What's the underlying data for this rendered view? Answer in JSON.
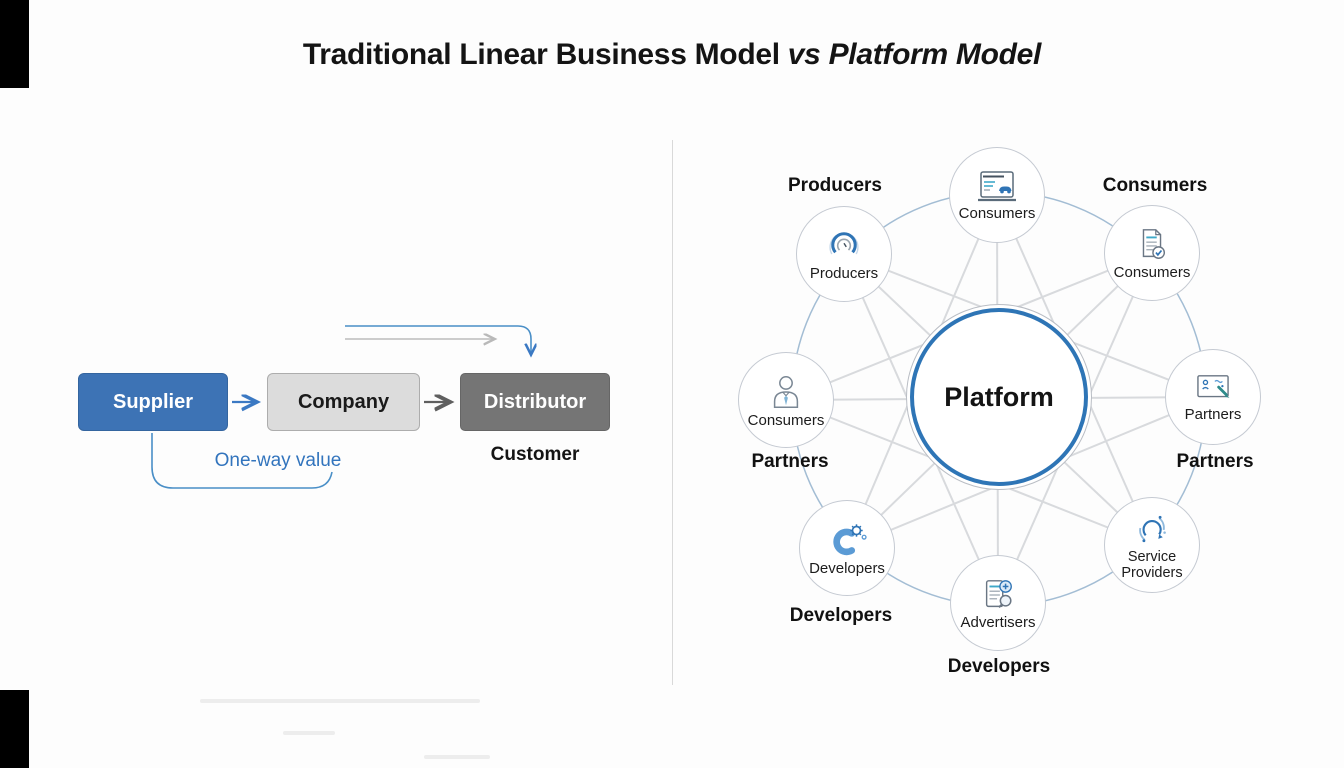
{
  "title": {
    "main": "Traditional Linear Business Model",
    "emphasis": "vs Platform Model"
  },
  "linear": {
    "supplier": "Supplier",
    "company": "Company",
    "distributor": "Distributor",
    "customer": "Customer",
    "one_way": "One-way value"
  },
  "platform": {
    "center": "Platform",
    "nodes": [
      {
        "id": "top",
        "icon": "laptop-car-icon",
        "label": "Consumers"
      },
      {
        "id": "top-right",
        "icon": "document-check-icon",
        "label": "Consumers"
      },
      {
        "id": "right",
        "icon": "whiteboard-icon",
        "label": "Partners"
      },
      {
        "id": "bottom-right",
        "icon": "service-cycle-icon",
        "label": "Service Providers"
      },
      {
        "id": "bottom",
        "icon": "document-search-icon",
        "label": "Advertisers"
      },
      {
        "id": "bottom-left",
        "icon": "code-gear-icon",
        "label": "Developers"
      },
      {
        "id": "left",
        "icon": "person-icon",
        "label": "Consumers"
      },
      {
        "id": "top-left",
        "icon": "gauge-icon",
        "label": "Producers"
      }
    ],
    "outer_labels": [
      {
        "id": "producers-top-left",
        "label": "Producers"
      },
      {
        "id": "consumers-top-right",
        "label": "Consumers"
      },
      {
        "id": "partners-left",
        "label": "Partners"
      },
      {
        "id": "partners-right",
        "label": "Partners"
      },
      {
        "id": "developers-bottom-left",
        "label": "Developers"
      },
      {
        "id": "developers-bottom",
        "label": "Developers"
      }
    ]
  },
  "colors": {
    "accent_blue": "#2e75b6",
    "supplier_blue": "#3d73b5",
    "company_gray": "#dcdcdc",
    "distributor_gray": "#757575",
    "flow_blue": "#3274bd",
    "link_gray": "#d8dadd",
    "ring_blue": "#a3bdd4"
  }
}
